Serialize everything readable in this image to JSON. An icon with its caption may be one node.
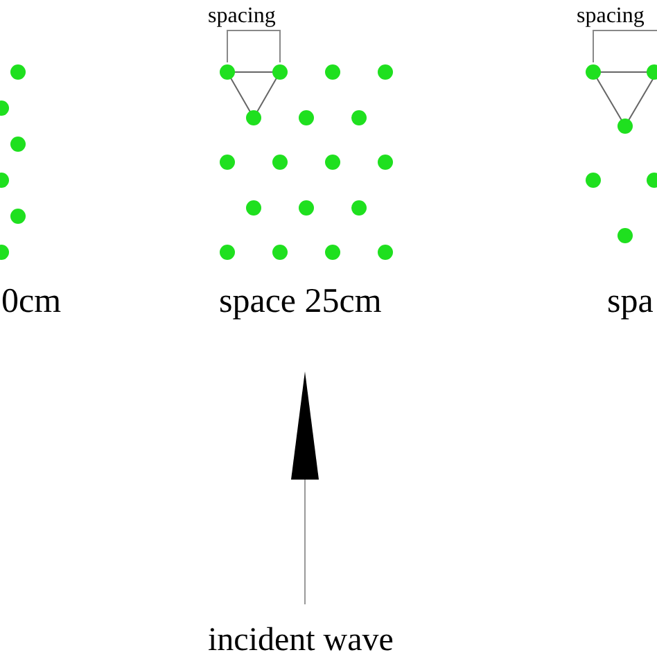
{
  "diagram": {
    "labels": [
      "spacing",
      "spacing",
      "0cm",
      "space 25cm",
      "spa",
      "incident wave"
    ]
  }
}
